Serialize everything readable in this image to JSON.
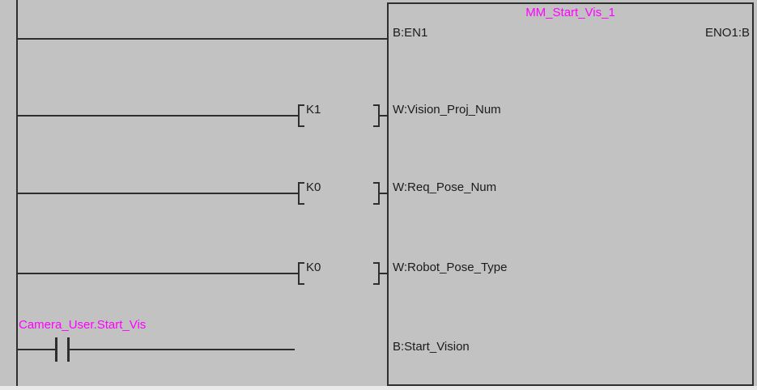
{
  "colors": {
    "background": "#c2c2c2",
    "wire": "#2e2e2e",
    "text": "#1b1b1b",
    "label_accent": "#ff00ff",
    "canvas_edge": "#e9e9e9"
  },
  "ladder": {
    "function_block": {
      "instance_name": "MM_Start_Vis_1",
      "output_pin": "ENO1:B"
    },
    "rungs": [
      {
        "kind": "enable",
        "pin": "B:EN1"
      },
      {
        "kind": "constant",
        "value": "K1",
        "pin": "W:Vision_Proj_Num"
      },
      {
        "kind": "constant",
        "value": "K0",
        "pin": "W:Req_Pose_Num"
      },
      {
        "kind": "constant",
        "value": "K0",
        "pin": "W:Robot_Pose_Type"
      },
      {
        "kind": "contact",
        "device": "Camera_User.Start_Vis",
        "pin": "B:Start_Vision"
      }
    ]
  }
}
